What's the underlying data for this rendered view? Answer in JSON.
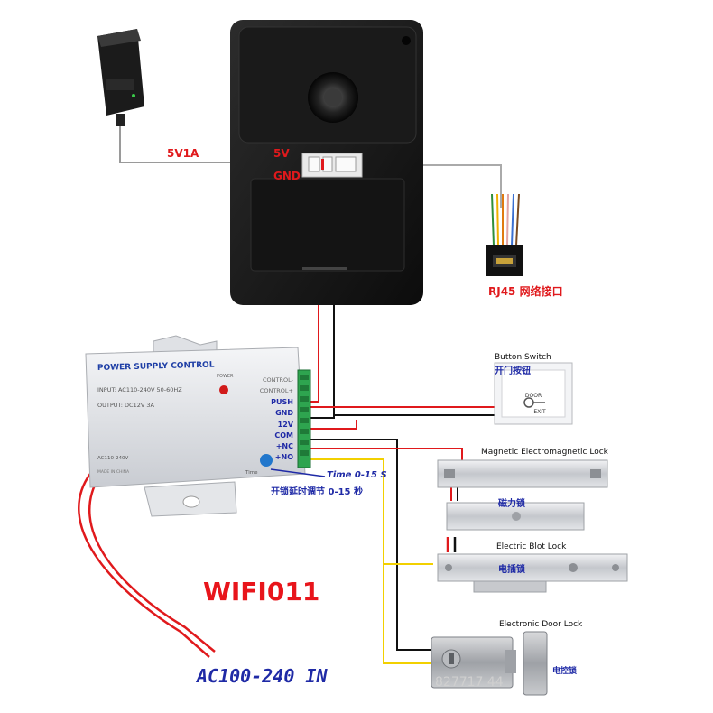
{
  "camera": {
    "pin_5v": "5V",
    "pin_gnd": "GND"
  },
  "adapter": {
    "output": "5V1A"
  },
  "network": {
    "rj45": "RJ45 网络接口"
  },
  "power_supply": {
    "title": "POWER SUPPLY CONTROL",
    "input_spec": "INPUT: AC110-240V 50-60HZ",
    "output_spec": "OUTPUT: DC12V 3A",
    "power_led_label": "POWER",
    "ac_label": "AC110-240V",
    "made_in": "MADE IN CHINA",
    "time_knob_label": "Time",
    "terminals": [
      "CONTROL-",
      "CONTROL+",
      "PUSH",
      "GND",
      "12V",
      "COM",
      "+NC",
      "+NO"
    ],
    "time_en": "Time 0-15 S",
    "time_cn": "开锁延时调节 0-15 秒"
  },
  "devices": {
    "button_switch_en": "Button Switch",
    "button_switch_cn": "开门按钮",
    "door_text": "DOOR",
    "exit_text": "EXIT",
    "mag_lock_en": "Magnetic Electromagnetic Lock",
    "mag_lock_cn": "磁力锁",
    "bolt_lock_en": "Electric Blot Lock",
    "bolt_lock_cn": "电插锁",
    "door_lock_en": "Electronic Door Lock",
    "door_lock_cn": "电控锁"
  },
  "model": "WIFI011",
  "ac_input": "AC100-240 IN",
  "watermark": "827717  44",
  "colors": {
    "wire_red": "#e0191c",
    "wire_black": "#111111",
    "wire_yellow": "#f2d000",
    "wire_gray": "#9a9a9a",
    "label_red": "#e0191c",
    "label_blue": "#1f2aa6",
    "model_red": "#e8151b"
  }
}
